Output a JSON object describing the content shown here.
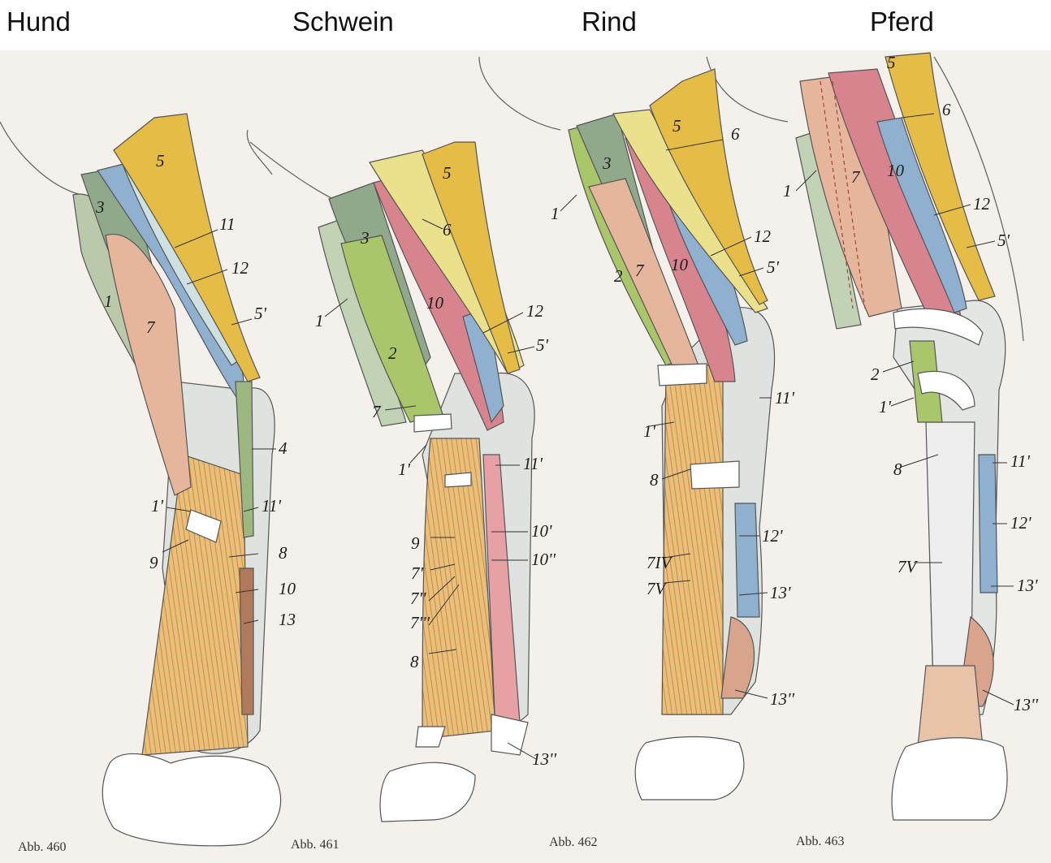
{
  "titles": [
    "Hund",
    "Schwein",
    "Rind",
    "Pferd"
  ],
  "colors": {
    "background": "#f4f1ec",
    "muscle_yellow": "#e5bc45",
    "muscle_pale_yellow": "#ebe08c",
    "muscle_green": "#a9c66a",
    "muscle_grey_green": "#8fa98a",
    "muscle_blue": "#8fb0cf",
    "muscle_red": "#d7848e",
    "muscle_flesh": "#e6b69c",
    "tendon_orange": "#e5b771",
    "tendon_grey": "#d9dcd8",
    "outline": "#555555"
  },
  "figures": [
    {
      "species": "Hund",
      "caption": "Abb. 460",
      "labels": [
        "5",
        "3",
        "11",
        "12",
        "1",
        "5'",
        "7",
        "4",
        "1'",
        "11'",
        "9",
        "8",
        "10",
        "13"
      ]
    },
    {
      "species": "Schwein",
      "caption": "Abb. 461",
      "labels": [
        "5",
        "3",
        "6",
        "1",
        "10",
        "12",
        "2",
        "5'",
        "7",
        "11'",
        "1'",
        "9",
        "10'",
        "7'",
        "10''",
        "7''",
        "7'''",
        "8",
        "13''"
      ]
    },
    {
      "species": "Rind",
      "caption": "Abb. 462",
      "labels": [
        "5",
        "6",
        "3",
        "1",
        "12",
        "2",
        "7",
        "10",
        "5'",
        "11'",
        "1'",
        "8",
        "12'",
        "7IV",
        "7V",
        "13'",
        "13''"
      ]
    },
    {
      "species": "Pferd",
      "caption": "Abb. 463",
      "labels": [
        "5",
        "6",
        "1",
        "7",
        "10",
        "12",
        "5'",
        "2",
        "1'",
        "8",
        "11'",
        "12'",
        "7V",
        "13'",
        "13''"
      ]
    }
  ]
}
